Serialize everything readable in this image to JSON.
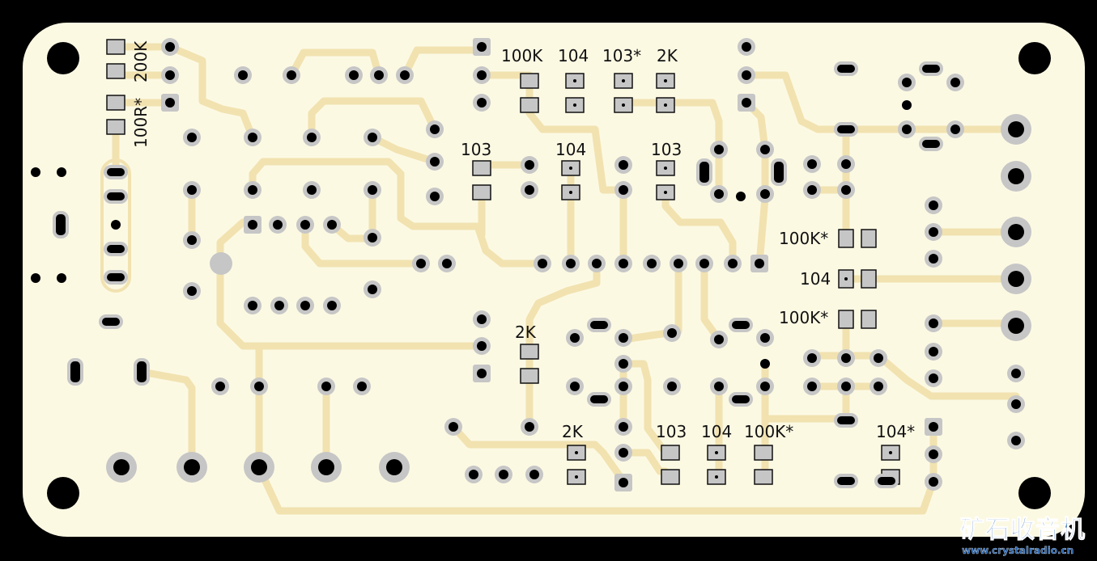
{
  "colors": {
    "background": "#000000",
    "board": "#fcf9e3",
    "trace": "#f1e2b0",
    "pad": "#c6c6c6",
    "hole": "#000000",
    "silkscreen": "#111111",
    "watermark": "#1f5fae"
  },
  "labels": {
    "r_200k": "200K",
    "r_100r": "100R*",
    "top_100k": "100K",
    "top_104": "104",
    "top_103s": "103*",
    "top_2k": "2K",
    "mid_103a": "103",
    "mid_104": "104",
    "mid_103b": "103",
    "right_100k_a": "100K*",
    "right_104": "104",
    "right_100k_b": "100K*",
    "mid_2k": "2K",
    "bot_2k": "2K",
    "bot_103": "103",
    "bot_104": "104",
    "bot_100k": "100K*",
    "bot_104s": "104*"
  },
  "watermark": {
    "title": "矿石收音机",
    "url": "www.crystalradio.cn"
  }
}
